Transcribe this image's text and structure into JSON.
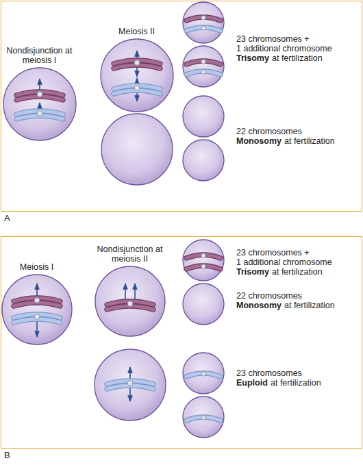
{
  "diagram": {
    "nodes": [
      {
        "text": [
          "A"
        ]
      },
      {
        "text": [
          "Nondisjunction at meiosis I"
        ],
        "in": 0
      },
      {
        "text": [
          "Meiosis II"
        ],
        "in": 0
      },
      {
        "text": [
          "B"
        ]
      },
      {
        "text": [
          "Meiosis I"
        ],
        "in": 3
      },
      {
        "text": [
          "Nondisjunction at meiosis II"
        ],
        "in": 3
      }
    ],
    "labels": [
      "23 chromosomes +",
      "1 additional chromosome",
      "Trisomy",
      "at fertilization",
      "22 chromosomes",
      "Monosomy",
      "at fertilization",
      "23 chromosomes +",
      "1 additional chromosome",
      "Trisomy",
      "at fertilization",
      "22 chromosomes",
      "Monosomy",
      "at fertilization",
      "23 chromosomes",
      "Euploid",
      "at fertilization"
    ]
  }
}
